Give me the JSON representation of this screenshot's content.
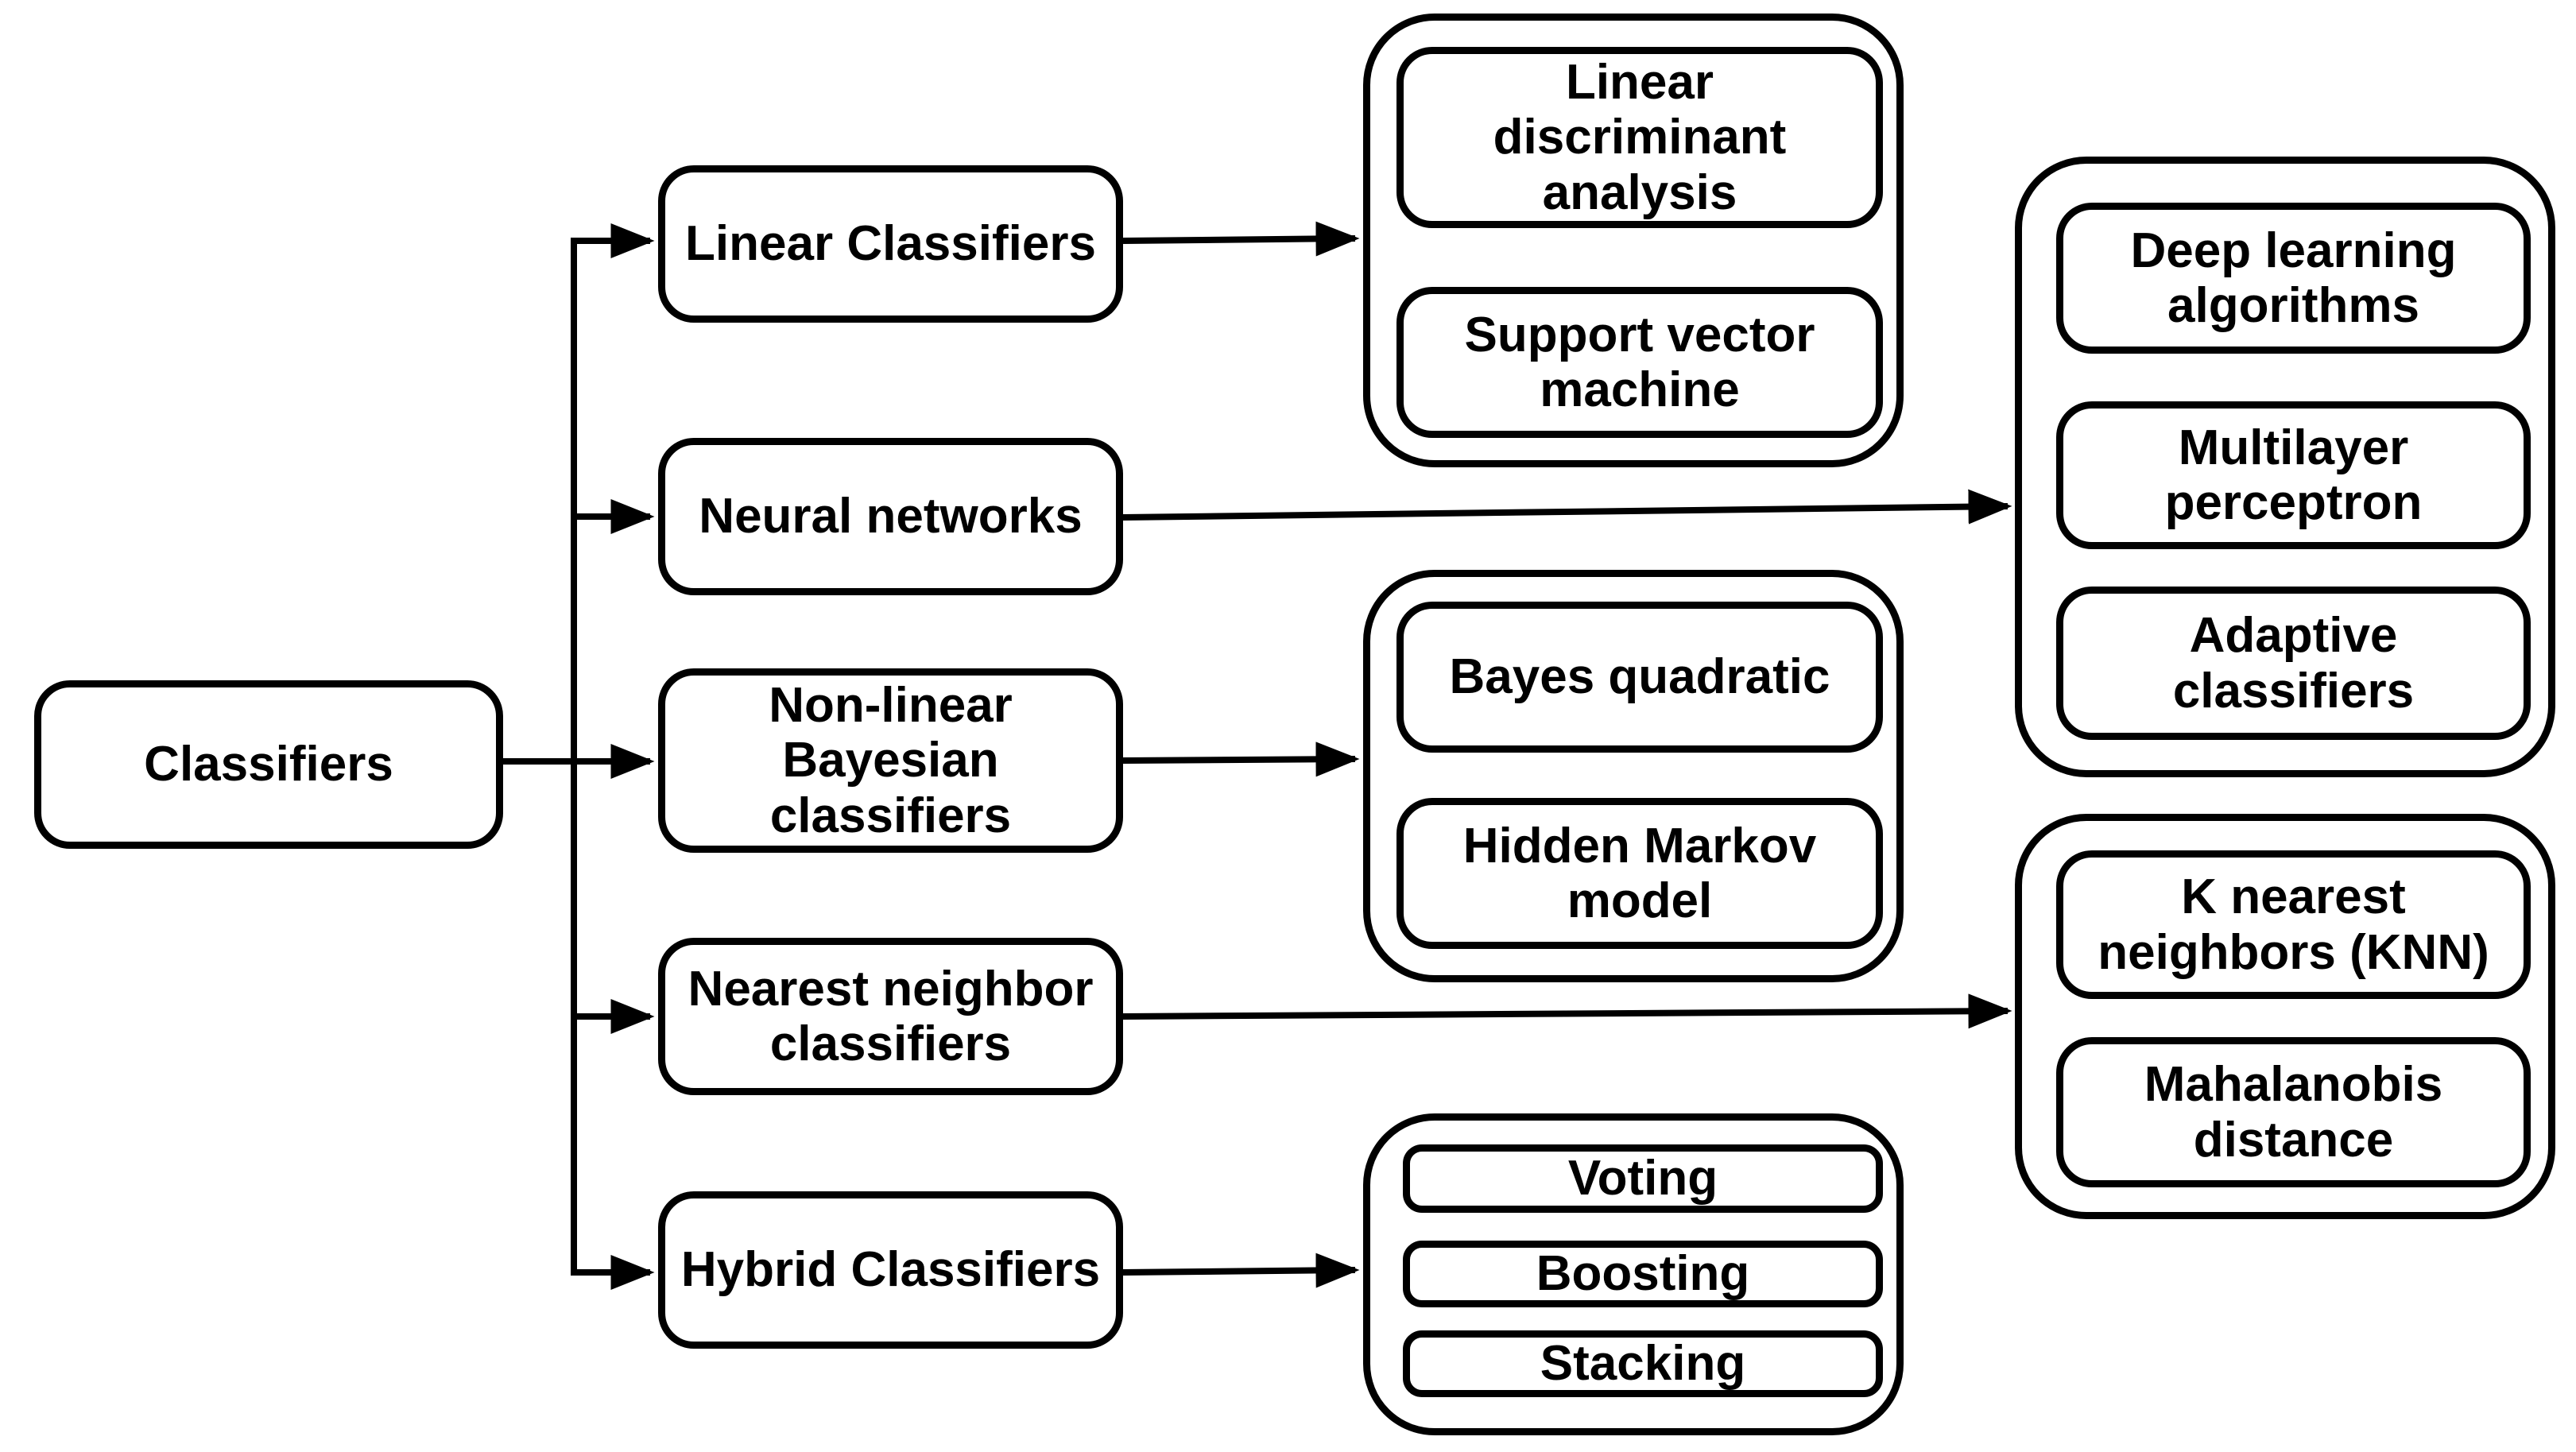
{
  "colors": {
    "stroke": "#000000",
    "background": "#ffffff",
    "text": "#000000"
  },
  "root": {
    "label": "Classifiers"
  },
  "branches": [
    {
      "label": "Linear Classifiers",
      "children": [
        "Linear\ndiscriminant\nanalysis",
        "Support vector\nmachine"
      ]
    },
    {
      "label": "Neural networks",
      "children": [
        "Deep learning\nalgorithms",
        "Multilayer\nperceptron",
        "Adaptive\nclassifiers"
      ]
    },
    {
      "label": "Non-linear\nBayesian\nclassifiers",
      "children": [
        "Bayes quadratic",
        "Hidden Markov\nmodel"
      ]
    },
    {
      "label": "Nearest neighbor\nclassifiers",
      "children": [
        "K nearest\nneighbors (KNN)",
        "Mahalanobis\ndistance"
      ]
    },
    {
      "label": "Hybrid Classifiers",
      "children": [
        "Voting",
        "Boosting",
        "Stacking"
      ]
    }
  ]
}
